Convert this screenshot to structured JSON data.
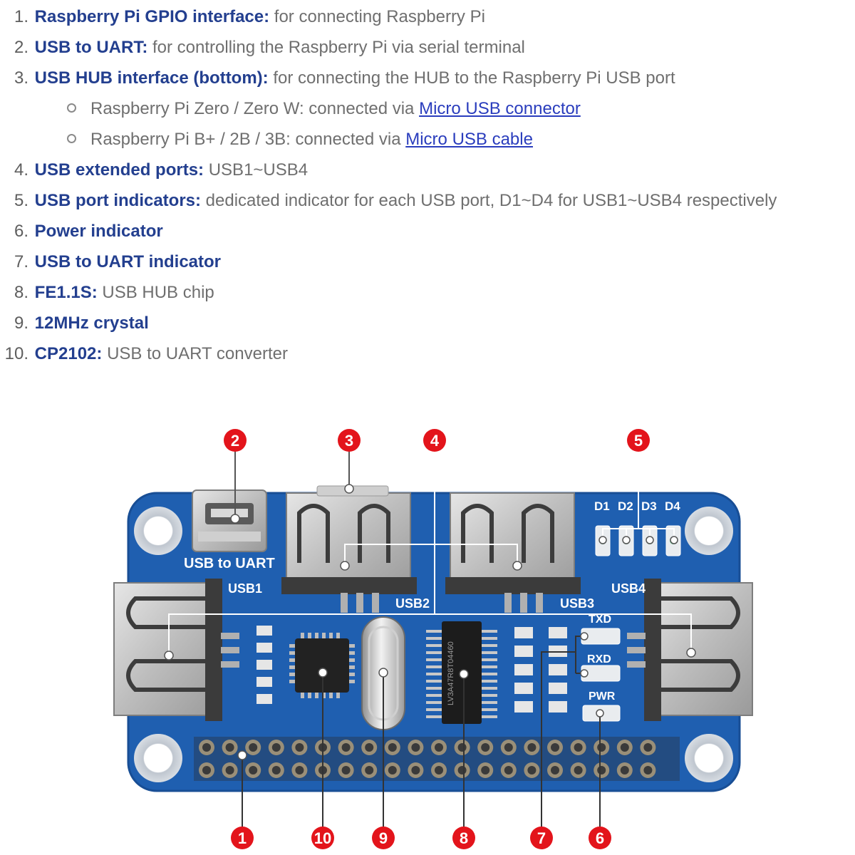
{
  "features": [
    {
      "num": "1.",
      "term": "Raspberry Pi GPIO interface:",
      "desc": " for connecting Raspberry Pi"
    },
    {
      "num": "2.",
      "term": "USB to UART:",
      "desc": " for controlling the Raspberry Pi via serial terminal"
    },
    {
      "num": "3.",
      "term": "USB HUB interface (bottom):",
      "desc": " for connecting the HUB to the Raspberry Pi USB port",
      "subitems": [
        {
          "text": "Raspberry Pi Zero / Zero W: connected via ",
          "link": "Micro USB connector"
        },
        {
          "text": "Raspberry Pi B+ / 2B / 3B: connected via ",
          "link": "Micro USB cable"
        }
      ]
    },
    {
      "num": "4.",
      "term": "USB extended ports:",
      "desc": " USB1~USB4"
    },
    {
      "num": "5.",
      "term": "USB port indicators:",
      "desc": " dedicated indicator for each USB port, D1~D4 for USB1~USB4 respectively"
    },
    {
      "num": "6.",
      "term": "Power indicator",
      "desc": ""
    },
    {
      "num": "7.",
      "term": "USB to UART indicator",
      "desc": ""
    },
    {
      "num": "8.",
      "term": "FE1.1S:",
      "desc": " USB HUB chip"
    },
    {
      "num": "9.",
      "term": "12MHz crystal",
      "desc": ""
    },
    {
      "num": "10.",
      "term": "CP2102:",
      "desc": " USB to UART converter"
    }
  ],
  "board": {
    "labels": {
      "usb_to_uart": "USB to UART",
      "usb1": "USB1",
      "usb2": "USB2",
      "usb3": "USB3",
      "usb4": "USB4",
      "d1": "D1",
      "d2": "D2",
      "d3": "D3",
      "d4": "D4",
      "txd": "TXD",
      "rxd": "RXD",
      "pwr": "PWR"
    },
    "chip_text": "LV3A47R8T04460",
    "colors": {
      "pcb": "#1f5fb0",
      "pcb_edge": "#184e95",
      "callout": "#e3141b",
      "leader": "#ffffff",
      "leader_outside": "#333333"
    }
  },
  "callouts": [
    {
      "id": "2",
      "label": "2"
    },
    {
      "id": "3",
      "label": "3"
    },
    {
      "id": "4",
      "label": "4"
    },
    {
      "id": "5",
      "label": "5"
    },
    {
      "id": "1",
      "label": "1"
    },
    {
      "id": "10",
      "label": "10"
    },
    {
      "id": "9",
      "label": "9"
    },
    {
      "id": "8",
      "label": "8"
    },
    {
      "id": "7",
      "label": "7"
    },
    {
      "id": "6",
      "label": "6"
    }
  ]
}
